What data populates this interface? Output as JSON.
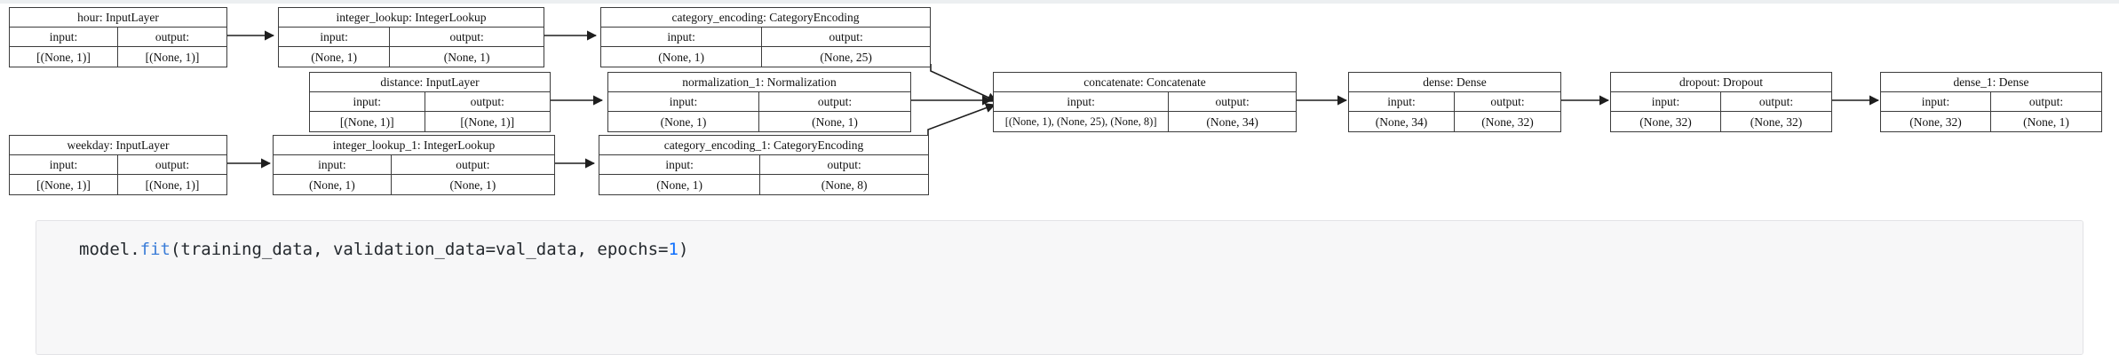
{
  "document": {
    "type": "keras-model-plot",
    "title": "Keras functional model graph"
  },
  "graph": {
    "nodes": [
      {
        "id": "hour",
        "title": "hour: InputLayer",
        "input_label": "input:",
        "output_label": "output:",
        "input_shape": "[(None, 1)]",
        "output_shape": "[(None, 1)]"
      },
      {
        "id": "integer_lookup",
        "title": "integer_lookup: IntegerLookup",
        "input_label": "input:",
        "output_label": "output:",
        "input_shape": "(None, 1)",
        "output_shape": "(None, 1)"
      },
      {
        "id": "category_encoding",
        "title": "category_encoding: CategoryEncoding",
        "input_label": "input:",
        "output_label": "output:",
        "input_shape": "(None, 1)",
        "output_shape": "(None, 25)"
      },
      {
        "id": "distance",
        "title": "distance: InputLayer",
        "input_label": "input:",
        "output_label": "output:",
        "input_shape": "[(None, 1)]",
        "output_shape": "[(None, 1)]"
      },
      {
        "id": "normalization_1",
        "title": "normalization_1: Normalization",
        "input_label": "input:",
        "output_label": "output:",
        "input_shape": "(None, 1)",
        "output_shape": "(None, 1)"
      },
      {
        "id": "weekday",
        "title": "weekday: InputLayer",
        "input_label": "input:",
        "output_label": "output:",
        "input_shape": "[(None, 1)]",
        "output_shape": "[(None, 1)]"
      },
      {
        "id": "integer_lookup_1",
        "title": "integer_lookup_1: IntegerLookup",
        "input_label": "input:",
        "output_label": "output:",
        "input_shape": "(None, 1)",
        "output_shape": "(None, 1)"
      },
      {
        "id": "category_encoding_1",
        "title": "category_encoding_1: CategoryEncoding",
        "input_label": "input:",
        "output_label": "output:",
        "input_shape": "(None, 1)",
        "output_shape": "(None, 8)"
      },
      {
        "id": "concatenate",
        "title": "concatenate: Concatenate",
        "input_label": "input:",
        "output_label": "output:",
        "input_shape": "[(None, 1), (None, 25), (None, 8)]",
        "output_shape": "(None, 34)"
      },
      {
        "id": "dense",
        "title": "dense: Dense",
        "input_label": "input:",
        "output_label": "output:",
        "input_shape": "(None, 34)",
        "output_shape": "(None, 32)"
      },
      {
        "id": "dropout",
        "title": "dropout: Dropout",
        "input_label": "input:",
        "output_label": "output:",
        "input_shape": "(None, 32)",
        "output_shape": "(None, 32)"
      },
      {
        "id": "dense_1",
        "title": "dense_1: Dense",
        "input_label": "input:",
        "output_label": "output:",
        "input_shape": "(None, 32)",
        "output_shape": "(None, 1)"
      }
    ],
    "edges": [
      {
        "from": "hour",
        "to": "integer_lookup"
      },
      {
        "from": "integer_lookup",
        "to": "category_encoding"
      },
      {
        "from": "category_encoding",
        "to": "concatenate"
      },
      {
        "from": "distance",
        "to": "normalization_1"
      },
      {
        "from": "normalization_1",
        "to": "concatenate"
      },
      {
        "from": "weekday",
        "to": "integer_lookup_1"
      },
      {
        "from": "integer_lookup_1",
        "to": "category_encoding_1"
      },
      {
        "from": "category_encoding_1",
        "to": "concatenate"
      },
      {
        "from": "concatenate",
        "to": "dense"
      },
      {
        "from": "dense",
        "to": "dropout"
      },
      {
        "from": "dropout",
        "to": "dense_1"
      }
    ]
  },
  "code_cell": {
    "tokens": [
      {
        "text": "model.",
        "kind": "plain"
      },
      {
        "text": "fit",
        "kind": "fn"
      },
      {
        "text": "(training_data, validation_data=val_data, epochs=",
        "kind": "plain"
      },
      {
        "text": "1",
        "kind": "num"
      },
      {
        "text": ")",
        "kind": "plain"
      }
    ],
    "colors": {
      "background": "#f7f7f8",
      "border": "#e3e3e6",
      "function": "#3b7dd8",
      "number": "#0d6efd",
      "text": "#24292e"
    }
  }
}
